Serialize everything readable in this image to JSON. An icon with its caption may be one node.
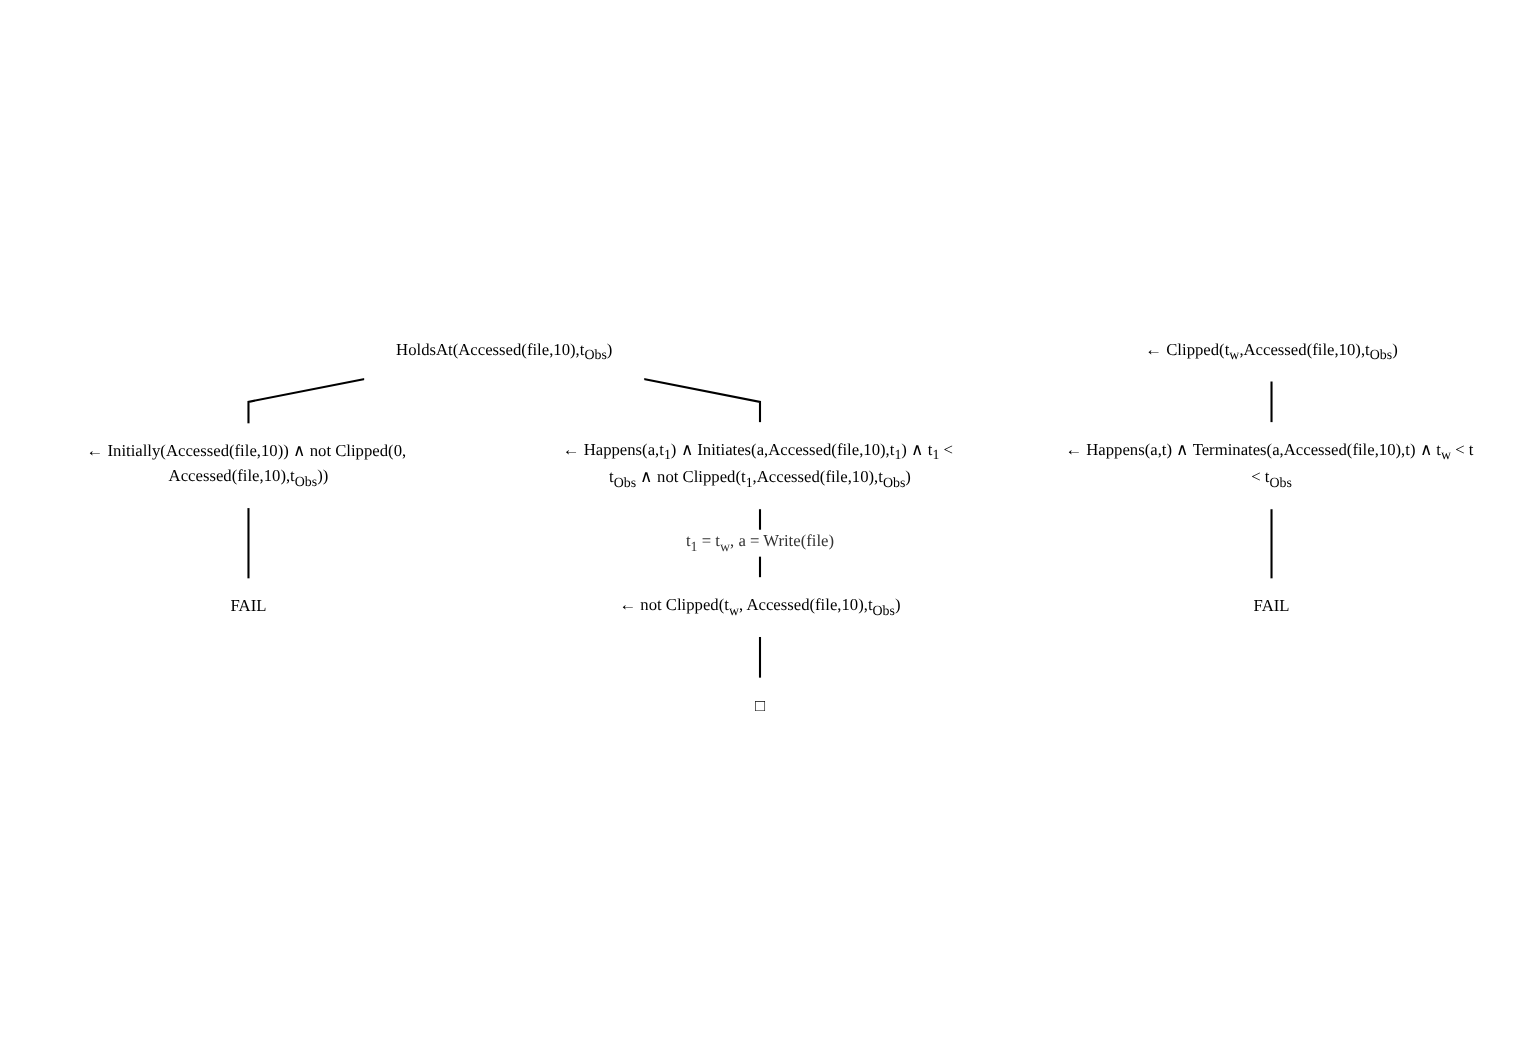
{
  "diagram": {
    "nodes": [
      {
        "text": [
          "HoldsAt(Accessed(file,10),t$_{Obs}$)"
        ]
      },
      {
        "text": [
          "← Happens(a,t$_{1}$) ∧ Initiates(a,Accessed(file,10),t$_{1}$) ∧ t$_{1}$ < t$_{Obs}$ ∧ not Clipped(t$_{1}$,Accessed(file,10),t$_{Obs}$)"
        ]
      },
      {
        "text": [
          "← Initially(Accessed(file,10)) ∧ not Clipped(0, Accessed(file,10),t$_{Obs}$))"
        ]
      },
      {
        "text": [
          "FAIL"
        ]
      },
      {
        "text": [
          "← not Clipped(t$_{w}$, Accessed(file,10),t$_{Obs}$)"
        ]
      },
      {
        "text": [
          "□"
        ]
      },
      {
        "text": [
          "← Clipped(t$_{w}$,Accessed(file,10),t$_{Obs}$)"
        ]
      },
      {
        "text": [
          "← Happens(a,t) ∧ Terminates(a,Accessed(file,10),t) ∧ t$_{w}$ < t < t$_{Obs}$"
        ]
      },
      {
        "text": [
          "FAIL"
        ]
      }
    ],
    "edges": [
      {
        "from": 0,
        "to": 1,
        "arrow": "none"
      },
      {
        "from": 0,
        "to": 2,
        "arrow": "none"
      },
      {
        "from": 2,
        "to": 3,
        "arrow": "none"
      },
      {
        "from": 1,
        "to": 4,
        "arrow": "none",
        "label": "t$_{1}$ = t$_{w}$,  a = Write(file)"
      },
      {
        "from": 4,
        "to": 5,
        "arrow": "none"
      },
      {
        "from": 6,
        "to": 7,
        "arrow": "none"
      },
      {
        "from": 7,
        "to": 8,
        "arrow": "none"
      }
    ]
  }
}
